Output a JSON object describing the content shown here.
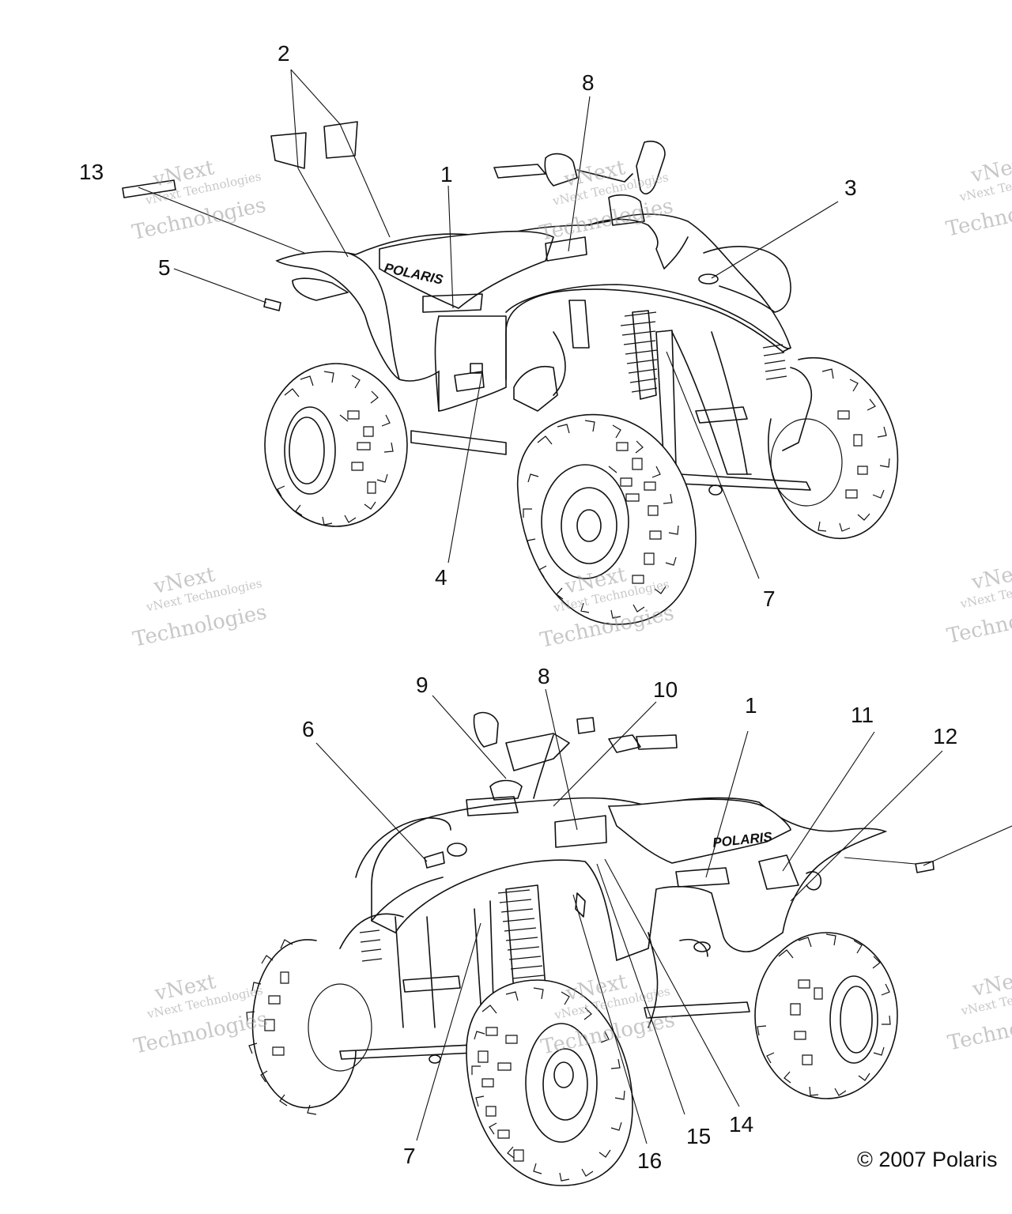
{
  "callouts": {
    "top": [
      "2",
      "8",
      "13",
      "1",
      "3",
      "5",
      "4",
      "7"
    ],
    "bottom": [
      "9",
      "8",
      "10",
      "6",
      "1",
      "11",
      "12",
      "7",
      "16",
      "15",
      "14"
    ]
  },
  "decal_text": {
    "top_brand": "POLARIS",
    "bottom_brand": "POLARIS"
  },
  "watermark": {
    "line1": "vNext Technologies",
    "line2": "vNext",
    "line3": "Technologies"
  },
  "copyright": "© 2007 Polaris"
}
